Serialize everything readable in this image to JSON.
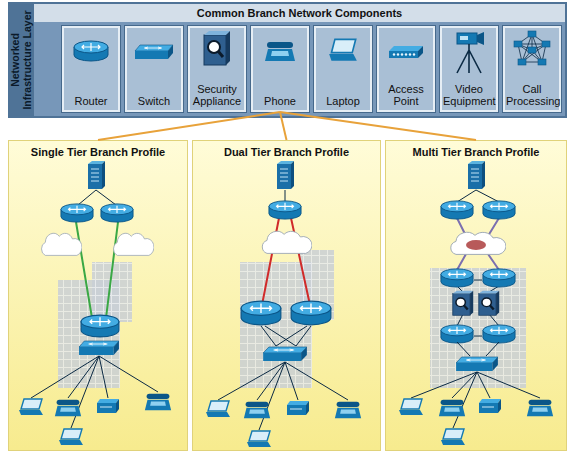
{
  "diagram": {
    "nodes": [
      {
        "text": [
          "Networked Infrastructure Layer"
        ]
      },
      {
        "text": [
          "Common Branch Network Components"
        ],
        "in": 0
      },
      {
        "text": [
          "Router"
        ],
        "in": 1
      },
      {
        "text": [
          "Switch"
        ],
        "in": 1
      },
      {
        "text": [
          "Security Appliance"
        ],
        "in": 1
      },
      {
        "text": [
          "Phone"
        ],
        "in": 1
      },
      {
        "text": [
          "Laptop"
        ],
        "in": 1
      },
      {
        "text": [
          "Access Point"
        ],
        "in": 1
      },
      {
        "text": [
          "Video Equipment"
        ],
        "in": 1
      },
      {
        "text": [
          "Call Processing"
        ],
        "in": 1
      },
      {
        "text": [
          "Single Tier Branch Profile"
        ]
      },
      {
        "text": [
          "Dual Tier Branch Profile"
        ]
      },
      {
        "text": [
          "Multi Tier Branch Profile"
        ]
      }
    ],
    "edges": [
      {
        "from": 5,
        "to": 10,
        "arrow": "none"
      },
      {
        "from": 5,
        "to": 11,
        "arrow": "none"
      },
      {
        "from": 5,
        "to": 12,
        "arrow": "none"
      }
    ]
  }
}
